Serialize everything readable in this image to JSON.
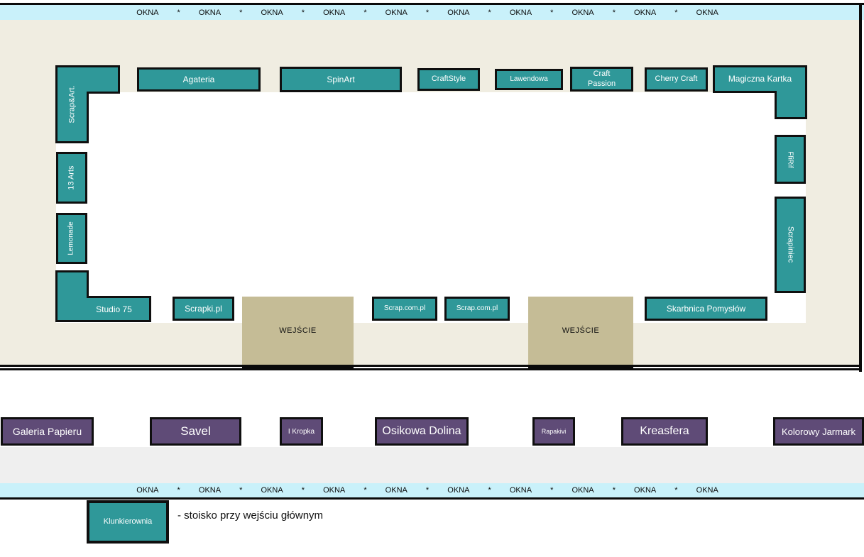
{
  "map_title": "hall-floor-plan",
  "colors": {
    "booth_teal": "#2f9899",
    "booth_purple": "#5f4b77",
    "entrance_tan": "#c5bc96",
    "window_strip_cyan": "#c9f1fa",
    "hall_margin_beige": "#f0ede1",
    "lower_band_gray": "#efefef"
  },
  "windows_top": [
    "OKNA",
    "*",
    "OKNA",
    "*",
    "OKNA",
    "*",
    "OKNA",
    "*",
    "OKNA",
    "*",
    "OKNA",
    "*",
    "OKNA",
    "*",
    "OKNA",
    "*",
    "OKNA",
    "*",
    "OKNA"
  ],
  "windows_bottom": [
    "OKNA",
    "*",
    "OKNA",
    "*",
    "OKNA",
    "*",
    "OKNA",
    "*",
    "OKNA",
    "*",
    "OKNA",
    "*",
    "OKNA",
    "*",
    "OKNA",
    "*",
    "OKNA",
    "*",
    "OKNA"
  ],
  "booths_teal": {
    "scrap_art": "Scrap&Art.",
    "agateria": "Agateria",
    "spinart": "SpinArt",
    "craftstyle": "CraftStyle",
    "lawendowa": "Lawendowa",
    "craft_passion": "Craft Passion",
    "cherry_craft": "Cherry Craft",
    "magiczna_kartka": "Magiczna Kartka",
    "arts13": "13 Arts",
    "lemonade": "Lemonade",
    "studio75": "Studio 75",
    "ffirif": "FfiRif",
    "scrapiniec": "Scrapiniec",
    "scrapki": "Scrapki.pl",
    "scrapcom1": "Scrap.com.pl",
    "scrapcom2": "Scrap.com.pl",
    "skarbnica": "Skarbnica Pomysłów"
  },
  "entrances": {
    "left": "WEJŚCIE",
    "right": "WEJŚCIE"
  },
  "booths_purple": {
    "galeria": "Galeria Papieru",
    "savel": "Savel",
    "ikropka": "I Kropka",
    "osikowa": "Osikowa Dolina",
    "rapakivi": "Rapakivi",
    "kreasfera": "Kreasfera",
    "kolorowy": "Kolorowy Jarmark"
  },
  "legend": {
    "booth": "Klunkierownia",
    "description": "- stoisko przy wejściu głównym"
  }
}
